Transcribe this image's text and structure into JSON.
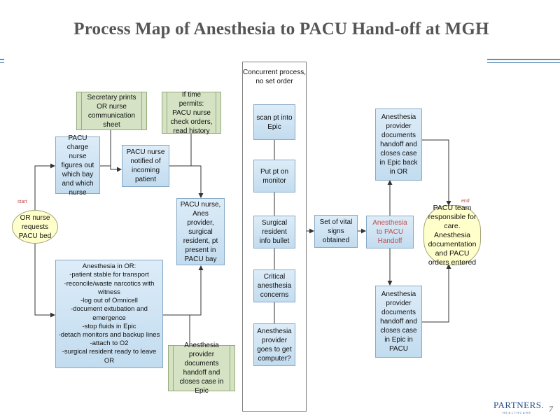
{
  "title": "Process Map of Anesthesia to PACU Hand-off at MGH",
  "labels": {
    "start": "start",
    "end": "end"
  },
  "concurrent": {
    "header": "Concurrent process, no set order",
    "steps": [
      "scan pt into Epic",
      "Put pt on monitor",
      "Surgical resident info bullet",
      "Critical anesthesia concerns",
      "Anesthesia provider goes to get computer?"
    ]
  },
  "nodes": {
    "or_nurse": "OR nurse requests PACU bed",
    "secretary": "Secretary prints OR nurse communication sheet",
    "if_time": "If time permits: PACU nurse check orders, read history",
    "charge_nurse": "PACU charge nurse figures out which bay and which nurse",
    "pacu_notified": "PACU nurse notified of incoming patient",
    "present_bay": "PACU nurse, Anes provider, surgical resident, pt present in PACU bay",
    "anesthesia_or": "Anesthesia in OR:\n-patient stable for transport\n-reconcile/waste narcotics with witness\n-log out of Omnicell\n-document extubation and emergence\n-stop fluids in Epic\n-detach monitors and backup lines\n-attach to O2\n-surgical resident ready to leave OR",
    "docs_epic": "Anesthesia provider documents handoff and closes case in Epic",
    "vital_signs": "Set of vital signs obtained",
    "handoff": "Anesthesia to PACU Handoff",
    "docs_or": "Anesthesia provider documents handoff and closes case in Epic back in OR",
    "docs_pacu": "Anesthesia provider documents handoff and closes case in Epic in PACU",
    "pacu_team": "PACU team responsible for care. Anesthesia documentation and PACU orders entered"
  },
  "footer": {
    "logo": "PARTNERS.",
    "logo_sub": "HEALTHCARE",
    "page": "7"
  },
  "colors": {
    "rule": "#5f8fb4",
    "accent_red": "#c0504d",
    "box_blue": "#c2dcef",
    "box_green": "#d5e2c3",
    "box_yellow": "#ffffcc"
  }
}
